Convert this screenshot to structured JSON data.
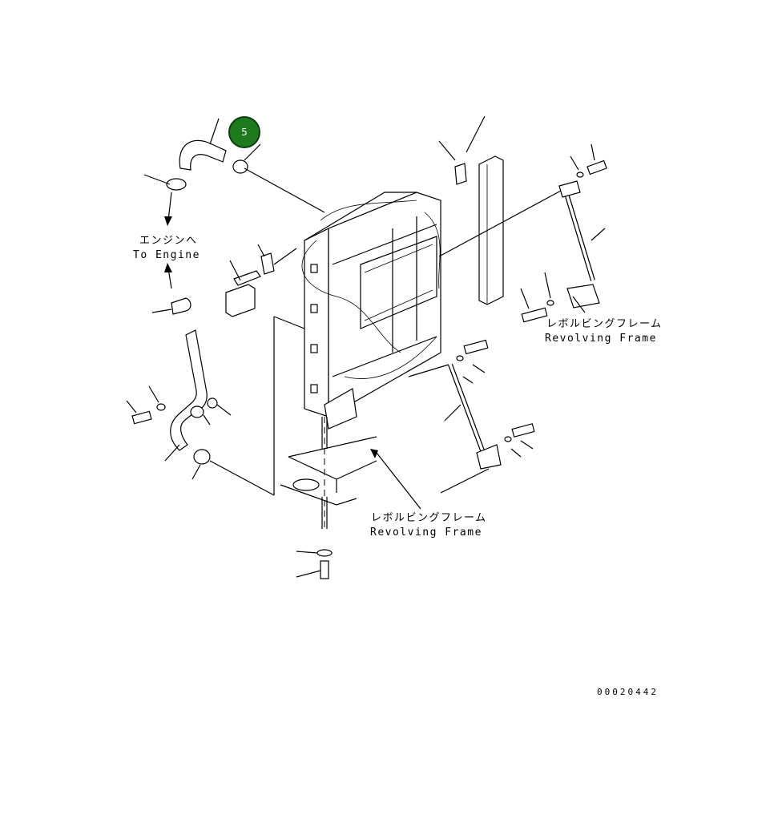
{
  "callout": {
    "number": "5"
  },
  "labels": {
    "to_engine_jp": "エンジンへ",
    "to_engine_en": "To Engine",
    "frame_right_jp": "レボルビングフレーム",
    "frame_right_en": "Revolving Frame",
    "frame_bottom_jp": "レボルビングフレーム",
    "frame_bottom_en": "Revolving Frame"
  },
  "figure_number": "00020442"
}
